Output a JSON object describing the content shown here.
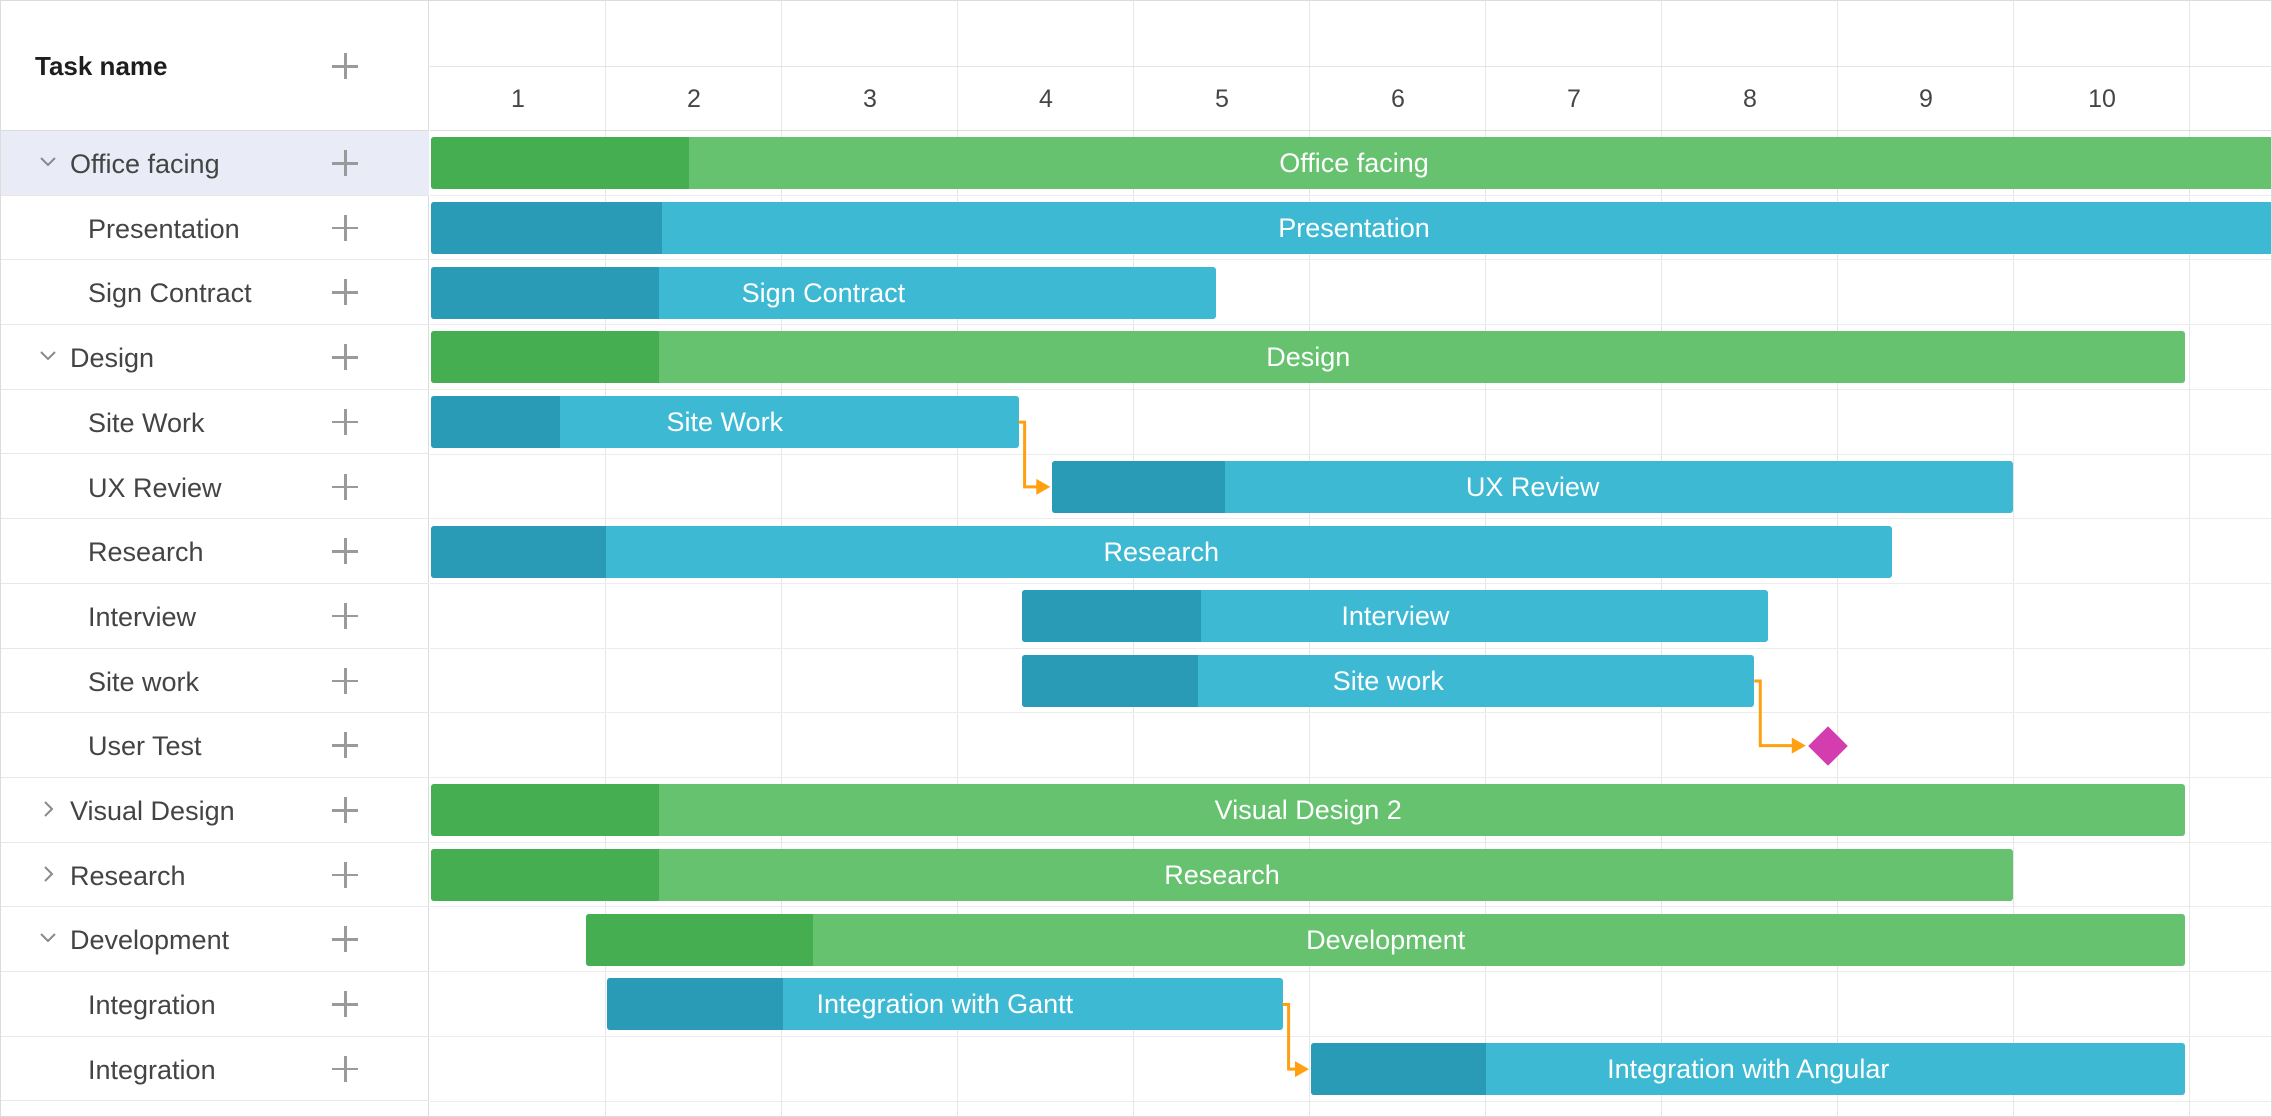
{
  "grid": {
    "header_label": "Task name"
  },
  "scale": {
    "days": [
      "1",
      "2",
      "3",
      "4",
      "5",
      "6",
      "7",
      "8",
      "9",
      "10"
    ]
  },
  "tasks": [
    {
      "label": "Office facing",
      "bar_text": "Office facing",
      "type": "project",
      "level": 0,
      "expander": "open",
      "selected": true,
      "start": 0,
      "duration": 10.5,
      "progress": 0.14
    },
    {
      "label": "Presentation",
      "bar_text": "Presentation",
      "type": "task",
      "level": 1,
      "start": 0,
      "duration": 10.5,
      "progress": 0.125
    },
    {
      "label": "Sign Contract",
      "bar_text": "Sign Contract",
      "type": "task",
      "level": 1,
      "start": 0,
      "duration": 4.47,
      "progress": 0.29
    },
    {
      "label": "Design",
      "bar_text": "Design",
      "type": "project",
      "level": 0,
      "expander": "open",
      "start": 0,
      "duration": 9.98,
      "progress": 0.13
    },
    {
      "label": "Site Work",
      "bar_text": "Site Work",
      "type": "task",
      "level": 1,
      "start": 0,
      "duration": 3.35,
      "progress": 0.22
    },
    {
      "label": "UX Review",
      "bar_text": "UX Review",
      "type": "task",
      "level": 1,
      "start": 3.53,
      "duration": 5.47,
      "progress": 0.18
    },
    {
      "label": "Research",
      "bar_text": "Research",
      "type": "task",
      "level": 1,
      "start": 0,
      "duration": 8.31,
      "progress": 0.12
    },
    {
      "label": "Interview",
      "bar_text": "Interview",
      "type": "task",
      "level": 1,
      "start": 3.36,
      "duration": 4.25,
      "progress": 0.24
    },
    {
      "label": "Site work",
      "bar_text": "Site work",
      "type": "task",
      "level": 1,
      "start": 3.36,
      "duration": 4.17,
      "progress": 0.24
    },
    {
      "label": "User Test",
      "bar_text": "",
      "type": "milestone",
      "level": 1,
      "start": 7.8
    },
    {
      "label": "Visual Design",
      "bar_text": "Visual Design 2",
      "type": "project",
      "level": 0,
      "expander": "closed",
      "start": 0,
      "duration": 9.98,
      "progress": 0.13
    },
    {
      "label": "Research",
      "bar_text": "Research",
      "type": "project",
      "level": 0,
      "expander": "closed",
      "start": 0,
      "duration": 9.0,
      "progress": 0.144
    },
    {
      "label": "Development",
      "bar_text": "Development",
      "type": "project",
      "level": 0,
      "expander": "open",
      "start": 0.88,
      "duration": 9.1,
      "progress": 0.142
    },
    {
      "label": "Integration",
      "bar_text": "Integration with Gantt",
      "type": "task",
      "level": 1,
      "start": 1.0,
      "duration": 3.85,
      "progress": 0.26
    },
    {
      "label": "Integration",
      "bar_text": "Integration with Angular",
      "type": "task",
      "level": 1,
      "start": 5.0,
      "duration": 4.98,
      "progress": 0.2
    }
  ],
  "links": [
    {
      "from": 4,
      "to": 5
    },
    {
      "from": 8,
      "to": 9
    },
    {
      "from": 13,
      "to": 14
    }
  ],
  "colors": {
    "project": "#66c26f",
    "project_progress": "#45ae50",
    "task": "#3db9d3",
    "task_progress": "#2a9bb6",
    "milestone": "#d33daf",
    "link": "#ffa011",
    "selected_row": "#e9ecf6"
  },
  "icons": {
    "add": "plus-icon",
    "expand_open": "chevron-down-icon",
    "expand_closed": "chevron-right-icon"
  }
}
